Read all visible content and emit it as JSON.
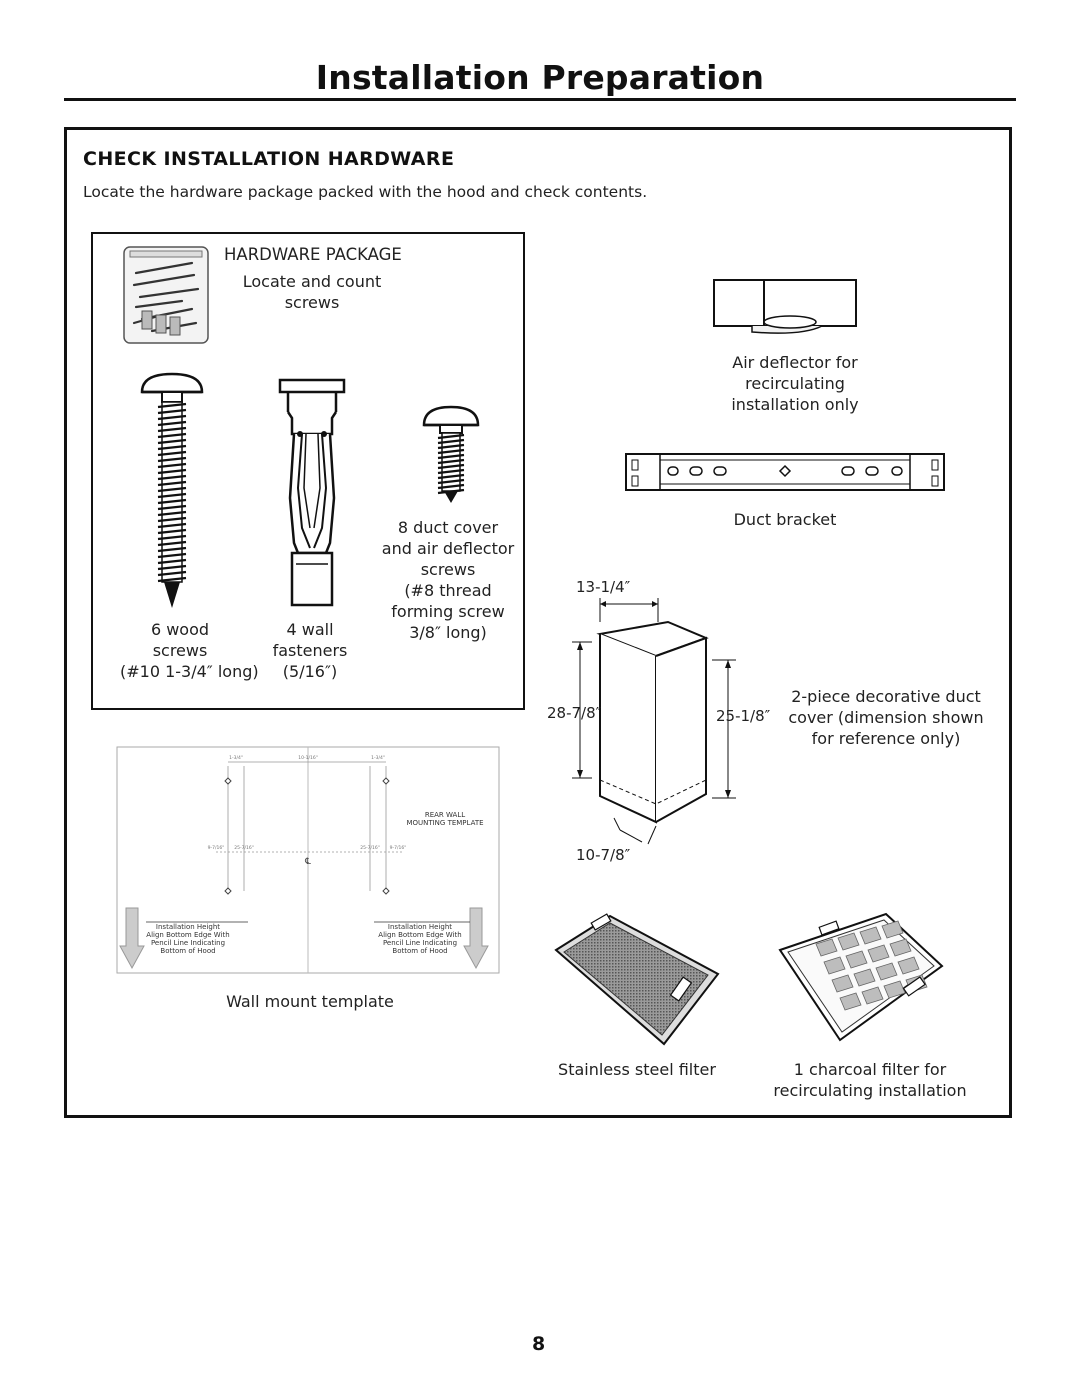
{
  "page": {
    "title": "Installation Preparation",
    "page_number": "8"
  },
  "section": {
    "heading": "CHECK INSTALLATION HARDWARE",
    "intro": "Locate the hardware package packed with the hood and check contents."
  },
  "hardware_package": {
    "title": "HARDWARE PACKAGE",
    "subtitle_line1": "Locate and count",
    "subtitle_line2": "screws",
    "wood_screws": {
      "line1": "6 wood",
      "line2": "screws",
      "line3": "(#10 1-3/4″ long)"
    },
    "wall_fasteners": {
      "line1": "4 wall",
      "line2": "fasteners",
      "line3": "(5/16″)"
    },
    "duct_screws": {
      "line1": "8 duct cover",
      "line2": "and air deflector",
      "line3": "screws",
      "line4": "(#8 thread",
      "line5": "forming screw",
      "line6": "3/8″ long)"
    }
  },
  "air_deflector": {
    "line1": "Air deflector for",
    "line2": "recirculating",
    "line3": "installation only"
  },
  "duct_bracket": {
    "label": "Duct bracket"
  },
  "duct_cover": {
    "dim_top": "13-1/4″",
    "dim_left": "28-7/8″",
    "dim_right": "25-1/8″",
    "dim_bottom": "10-7/8″",
    "line1": "2-piece decorative duct",
    "line2": "cover (dimension shown",
    "line3": "for reference only)"
  },
  "wall_template": {
    "label": "Wall mount template",
    "rear_wall_line1": "REAR WALL",
    "rear_wall_line2": "MOUNTING TEMPLATE",
    "left_note": {
      "line1": "Installation Height",
      "line2": "Align Bottom Edge With",
      "line3": "Pencil Line Indicating",
      "line4": "Bottom of Hood"
    },
    "right_note": {
      "line1": "Installation Height",
      "line2": "Align Bottom Edge With",
      "line3": "Pencil Line Indicating",
      "line4": "Bottom of Hood"
    }
  },
  "filters": {
    "stainless_label": "Stainless steel filter",
    "charcoal_line1": "1 charcoal filter for",
    "charcoal_line2": "recirculating installation"
  }
}
